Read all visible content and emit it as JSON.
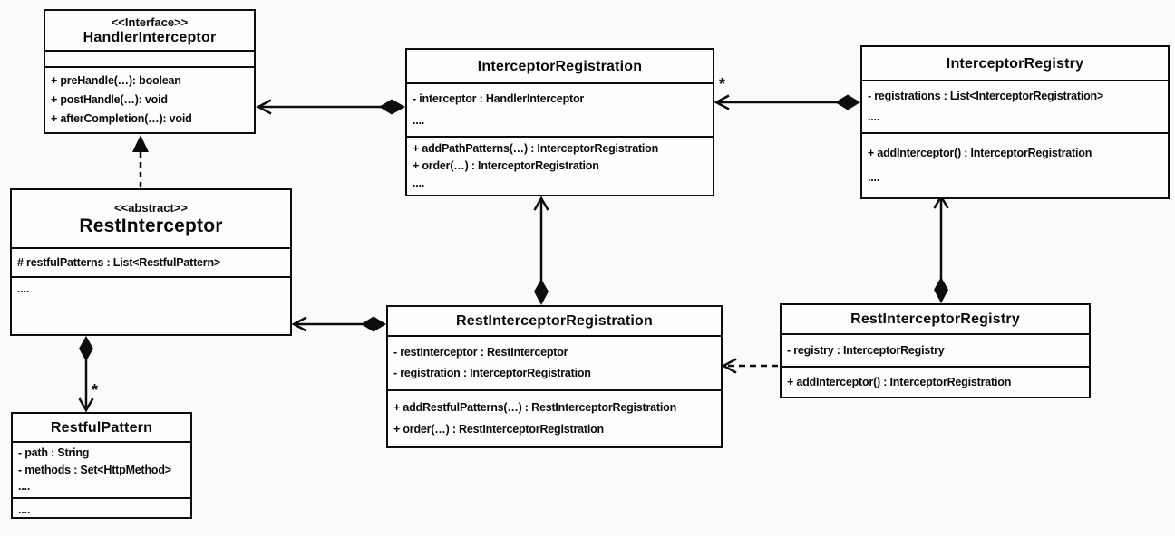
{
  "diagram": {
    "background": "#fbfbfb",
    "stroke_color": "#0d0d0d",
    "classes": {
      "handler_interceptor": {
        "stereotype": "<<Interface>>",
        "name": "HandlerInterceptor",
        "attributes": [],
        "methods": [
          "+ preHandle(…): boolean",
          "+ postHandle(…): void",
          "+ afterCompletion(…): void"
        ]
      },
      "interceptor_registration": {
        "name": "InterceptorRegistration",
        "attributes": [
          "- interceptor : HandlerInterceptor",
          "...."
        ],
        "methods": [
          "+ addPathPatterns(…) : InterceptorRegistration",
          "+ order(…) : InterceptorRegistration",
          "...."
        ]
      },
      "interceptor_registry": {
        "name": "InterceptorRegistry",
        "attributes": [
          "- registrations : List<InterceptorRegistration>",
          "...."
        ],
        "methods": [
          "+ addInterceptor() : InterceptorRegistration",
          "...."
        ]
      },
      "rest_interceptor": {
        "stereotype": "<<abstract>>",
        "name": "RestInterceptor",
        "attributes": [
          "# restfulPatterns : List<RestfulPattern>"
        ],
        "methods": [
          "...."
        ]
      },
      "rest_interceptor_registration": {
        "name": "RestInterceptorRegistration",
        "attributes": [
          "- restInterceptor : RestInterceptor",
          "- registration : InterceptorRegistration"
        ],
        "methods": [
          "+ addRestfulPatterns(…) : RestInterceptorRegistration",
          "+ order(…) : RestInterceptorRegistration"
        ]
      },
      "rest_interceptor_registry": {
        "name": "RestInterceptorRegistry",
        "attributes": [
          "- registry : InterceptorRegistry"
        ],
        "methods": [
          "+ addInterceptor() : InterceptorRegistration"
        ]
      },
      "restful_pattern": {
        "name": "RestfulPattern",
        "attributes": [
          "- path : String",
          "- methods : Set<HttpMethod>",
          "...."
        ],
        "methods": [
          "...."
        ]
      }
    },
    "relationships": [
      {
        "from": "InterceptorRegistration",
        "to": "HandlerInterceptor",
        "type": "composition"
      },
      {
        "from": "InterceptorRegistry",
        "to": "InterceptorRegistration",
        "type": "composition",
        "multiplicity": "*"
      },
      {
        "from": "RestInterceptor",
        "to": "HandlerInterceptor",
        "type": "realization-dashed"
      },
      {
        "from": "RestInterceptor",
        "to": "RestfulPattern",
        "type": "composition",
        "multiplicity": "*"
      },
      {
        "from": "RestInterceptorRegistration",
        "to": "InterceptorRegistration",
        "type": "composition"
      },
      {
        "from": "RestInterceptorRegistry",
        "to": "InterceptorRegistry",
        "type": "composition"
      },
      {
        "from": "RestInterceptorRegistration",
        "to": "RestInterceptor",
        "type": "composition"
      },
      {
        "from": "RestInterceptorRegistry",
        "to": "RestInterceptorRegistration",
        "type": "dependency-dashed"
      }
    ]
  }
}
